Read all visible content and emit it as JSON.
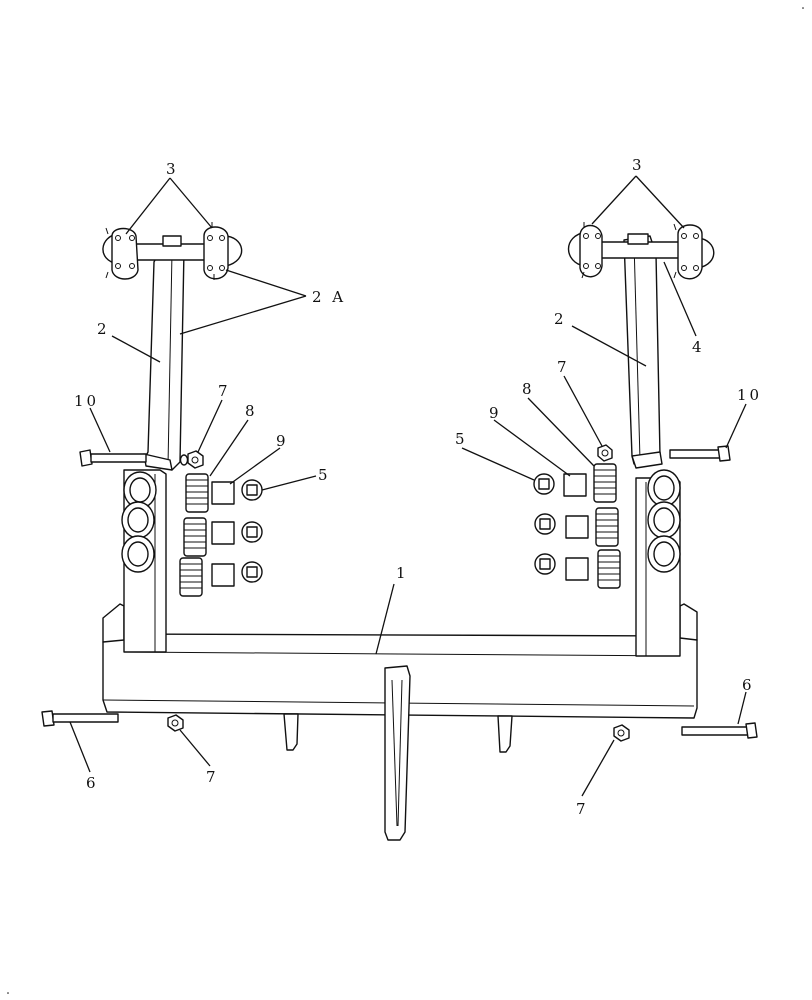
{
  "diagram": {
    "callouts": {
      "main_frame": "1",
      "upright_left": "2",
      "upright_right": "2",
      "shaft_assembly": "2 A",
      "hub_left": "3",
      "hub_right": "3",
      "hub_part_right": "4",
      "washer_left": "5",
      "washer_right": "5",
      "bolt_bottom_left": "6",
      "bolt_bottom_right": "6",
      "nut_upper_left": "7",
      "nut_upper_right": "7",
      "nut_bottom_left": "7",
      "nut_bottom_right": "7",
      "spring_left": "8",
      "spring_right": "8",
      "plate_left": "9",
      "plate_right": "9",
      "bolt_left": "10",
      "bolt_right": "10"
    }
  }
}
